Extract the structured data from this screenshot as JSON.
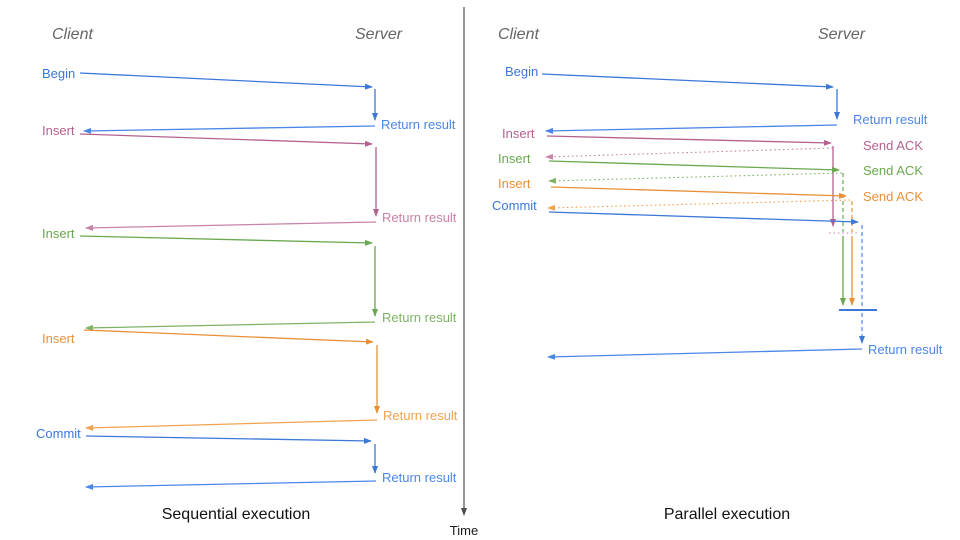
{
  "colors": {
    "blue": "#3b78d8",
    "blue_light": "#4a86e8",
    "pink": "#b5618f",
    "pink_light": "#c783a8",
    "green": "#6aa84f",
    "green_light": "#7fb264",
    "orange": "#e69138",
    "orange_light": "#f0a24f",
    "axis": "#4d4d4d",
    "header": "#666666",
    "caption": "#111111"
  },
  "left": {
    "client_header": "Client",
    "server_header": "Server",
    "begin_label": "Begin",
    "return1_label": "Return result",
    "insert1_label": "Insert",
    "return2_label": "Return result",
    "insert2_label": "Insert",
    "return3_label": "Return result",
    "insert3_label": "Insert",
    "return4_label": "Return result",
    "commit_label": "Commit",
    "return5_label": "Return result",
    "caption": "Sequential execution"
  },
  "right": {
    "client_header": "Client",
    "server_header": "Server",
    "begin_label": "Begin",
    "return_top_label": "Return result",
    "insert1_label": "Insert",
    "ack1_label": "Send ACK",
    "insert2_label": "Insert",
    "ack2_label": "Send ACK",
    "insert3_label": "Insert",
    "ack3_label": "Send ACK",
    "commit_label": "Commit",
    "return_bottom_label": "Return result",
    "caption": "Parallel execution"
  },
  "time_axis": {
    "label": "Time"
  }
}
